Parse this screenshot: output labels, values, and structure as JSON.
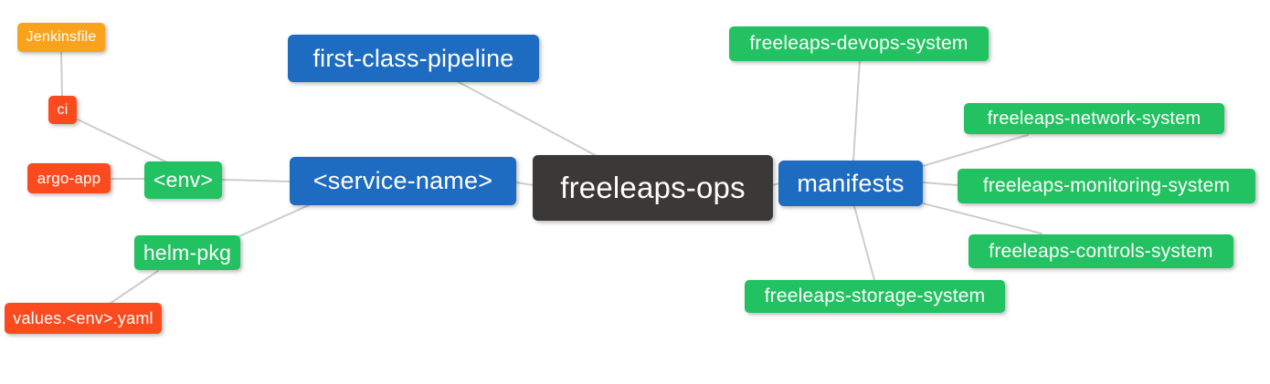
{
  "page": {
    "background": "#ffffff"
  },
  "palette": {
    "root_bg": "#3b3838",
    "branch_bg": "#1e6bc2",
    "green_bg": "#22c161",
    "red_bg": "#fb4a1e",
    "orange_bg": "#f9a31d",
    "node_text": "#ffffff",
    "edge": "#cccccc"
  },
  "mindmap": {
    "root_label": "freeleaps-ops",
    "nodes": [
      {
        "id": "jenkinsfile",
        "label": "Jenkinsfile",
        "color": "orange"
      },
      {
        "id": "ci",
        "label": "ci",
        "color": "red"
      },
      {
        "id": "argo-app",
        "label": "argo-app",
        "color": "red"
      },
      {
        "id": "env",
        "label": "<env>",
        "color": "green"
      },
      {
        "id": "helm-pkg",
        "label": "helm-pkg",
        "color": "green"
      },
      {
        "id": "values-env-yaml",
        "label": "values.<env>.yaml",
        "color": "red"
      },
      {
        "id": "first-class-pipeline",
        "label": "first-class-pipeline",
        "color": "blue"
      },
      {
        "id": "service-name",
        "label": "<service-name>",
        "color": "blue"
      },
      {
        "id": "freeleaps-ops",
        "label": "freeleaps-ops",
        "color": "dark"
      },
      {
        "id": "manifests",
        "label": "manifests",
        "color": "blue"
      },
      {
        "id": "freeleaps-devops-system",
        "label": "freeleaps-devops-system",
        "color": "green"
      },
      {
        "id": "freeleaps-network-system",
        "label": "freeleaps-network-system",
        "color": "green"
      },
      {
        "id": "freeleaps-monitoring-system",
        "label": "freeleaps-monitoring-system",
        "color": "green"
      },
      {
        "id": "freeleaps-controls-system",
        "label": "freeleaps-controls-system",
        "color": "green"
      },
      {
        "id": "freeleaps-storage-system",
        "label": "freeleaps-storage-system",
        "color": "green"
      }
    ],
    "edges": [
      {
        "from": "jenkinsfile",
        "to": "ci"
      },
      {
        "from": "ci",
        "to": "env"
      },
      {
        "from": "argo-app",
        "to": "env"
      },
      {
        "from": "env",
        "to": "service-name"
      },
      {
        "from": "helm-pkg",
        "to": "service-name"
      },
      {
        "from": "values-env-yaml",
        "to": "helm-pkg"
      },
      {
        "from": "first-class-pipeline",
        "to": "freeleaps-ops"
      },
      {
        "from": "service-name",
        "to": "freeleaps-ops"
      },
      {
        "from": "freeleaps-ops",
        "to": "manifests"
      },
      {
        "from": "manifests",
        "to": "freeleaps-devops-system"
      },
      {
        "from": "manifests",
        "to": "freeleaps-network-system"
      },
      {
        "from": "manifests",
        "to": "freeleaps-monitoring-system"
      },
      {
        "from": "manifests",
        "to": "freeleaps-controls-system"
      },
      {
        "from": "manifests",
        "to": "freeleaps-storage-system"
      }
    ]
  }
}
